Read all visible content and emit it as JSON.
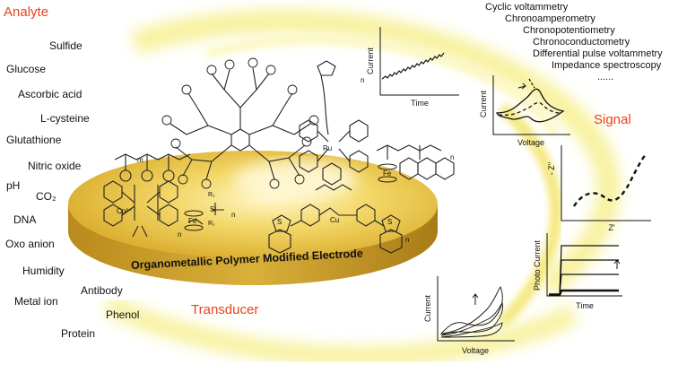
{
  "labels": {
    "analyte": "Analyte",
    "signal": "Signal",
    "transducer": "Transducer",
    "electrode": "Organometallic Polymer Modified Electrode"
  },
  "analytes": [
    "Sulfide",
    "Glucose",
    "Ascorbic acid",
    "L-cysteine",
    "Glutathione",
    "Nitric oxide",
    "pH",
    "CO₂",
    "DNA",
    "Oxo anion",
    "Humidity",
    "Antibody",
    "Metal ion",
    "Phenol",
    "Protein"
  ],
  "techniques": [
    "Cyclic voltammetry",
    "Chronoamperometry",
    "Chronopotentiometry",
    "Chronoconductometry",
    "Differential pulse voltammetry",
    "Impedance spectroscopy",
    "......"
  ],
  "plots": {
    "chrono": {
      "ylabel": "Current",
      "xlabel": "Time"
    },
    "cv": {
      "ylabel": "Current",
      "xlabel": "Voltage"
    },
    "impedance": {
      "ylabel": "- Z''",
      "xlabel": "Z'"
    },
    "photo": {
      "ylabel": "Photo Current",
      "xlabel": "Time"
    },
    "cv2": {
      "ylabel": "Current",
      "xlabel": "Voltage"
    }
  },
  "structures": {
    "m": "m",
    "n1": "n",
    "n2": "n",
    "n3": "n",
    "n4": "n",
    "n5": "n",
    "co": "Co²⁺",
    "ru": "Ru",
    "fe1": "Fe",
    "fe2": "Fe",
    "si": "Si",
    "r1": "R₁",
    "r2": "R₂",
    "cu": "Cu",
    "s1": "S",
    "s2": "S"
  },
  "colors": {
    "accent": "#e8431a",
    "disk": "#e6c23c",
    "glow": "#f5eb7a"
  }
}
